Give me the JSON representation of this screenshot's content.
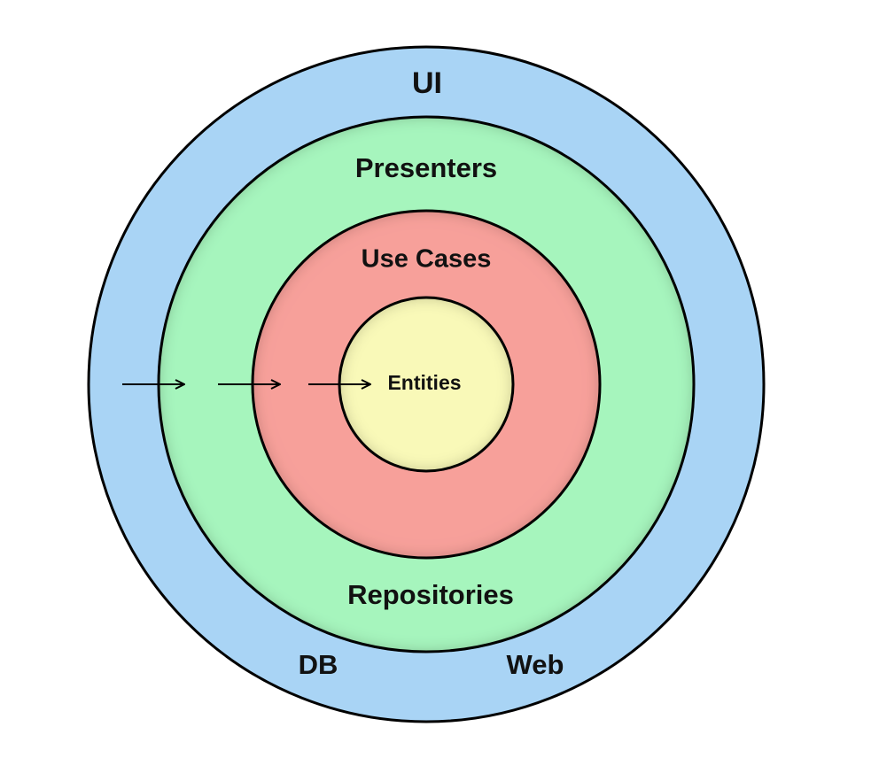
{
  "diagram": {
    "labels": {
      "outer_top": "UI",
      "outer_bottom_left": "DB",
      "outer_bottom_right": "Web",
      "green_top": "Presenters",
      "green_bottom": "Repositories",
      "red_top": "Use Cases",
      "center": "Entities"
    },
    "colors": {
      "outer_ring": "#a9d4f5",
      "green_ring": "#a6f5bd",
      "red_ring": "#f7a09a",
      "center": "#f9f9b8",
      "outline": "#000000"
    },
    "arrows": [
      {
        "name": "arrow-into-presenters",
        "direction": "right"
      },
      {
        "name": "arrow-into-use-cases",
        "direction": "right"
      },
      {
        "name": "arrow-into-entities",
        "direction": "right"
      }
    ]
  }
}
